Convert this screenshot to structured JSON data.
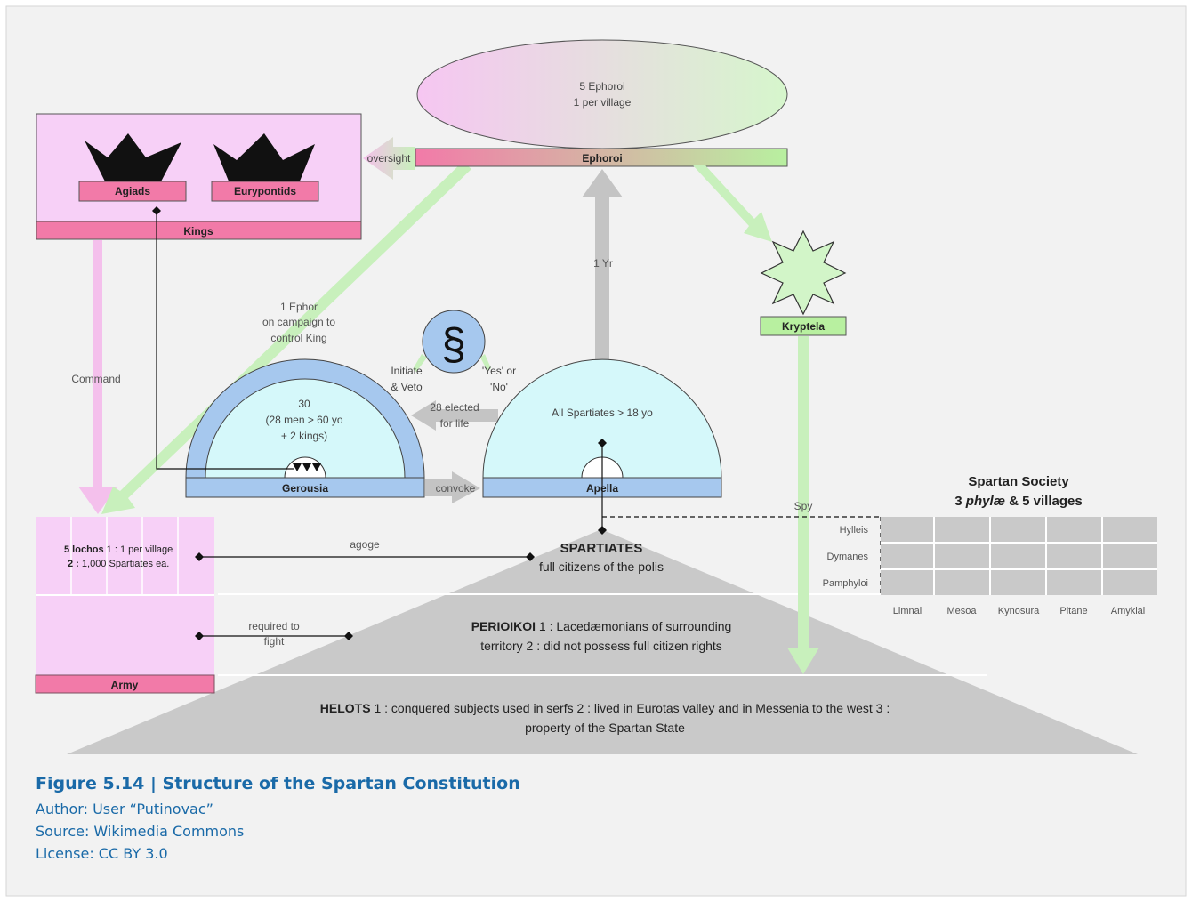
{
  "ephoroi": {
    "ellipse_line1": "5 Ephoroi",
    "ellipse_line2": "1 per village",
    "bar_label": "Ephoroi"
  },
  "kings": {
    "agiads": "Agiads",
    "eurypontids": "Eurypontids",
    "bar_label": "Kings"
  },
  "arrows": {
    "oversight": "oversight",
    "command": "Command",
    "one_year": "1 Yr",
    "one_ephor_l1": "1 Ephor",
    "one_ephor_l2": "on campaign to",
    "one_ephor_l3": "control King",
    "initiate_l1": "Initiate",
    "initiate_l2": "& Veto",
    "yes_no_l1": "'Yes' or",
    "yes_no_l2": "'No'",
    "elected_l1": "28 elected",
    "elected_l2": "for life",
    "convoke": "convoke",
    "spy": "Spy",
    "agoge": "agoge",
    "required_l1": "required to",
    "required_l2": "fight"
  },
  "law_symbol": "§",
  "kryptela": {
    "label": "Kryptela"
  },
  "gerousia": {
    "line1": "30",
    "line2": "(28 men > 60 yo",
    "line3": "+ 2 kings)",
    "bar_label": "Gerousia"
  },
  "apella": {
    "line1": "All Spartiates > 18 yo",
    "bar_label": "Apella"
  },
  "army": {
    "lochos_bold1": "5 lochos",
    "lochos_text1": " 1 : 1 per village",
    "lochos_bold2": "2 :",
    "lochos_text2": " 1,000 Spartiates ea.",
    "bar_label": "Army"
  },
  "spartiates": {
    "title": "SPARTIATES",
    "subtitle": "full citizens of the polis"
  },
  "perioikoi": {
    "bold": "PERIOIKOI",
    "text1": " 1 : Lacedæmonians of surrounding",
    "text2": "territory  2 : did not possess full citizen rights"
  },
  "helots": {
    "bold": "HELOTS",
    "text1": " 1 : conquered subjects used in serfs  2 : lived in Eurotas valley and in Messenia to the west  3 :",
    "text2": "property of the Spartan State"
  },
  "society": {
    "title": "Spartan Society",
    "subtitle_pre": "3 ",
    "subtitle_italic": "phylæ",
    "subtitle_post": " & 5 villages",
    "rows": [
      "Hylleis",
      "Dymanes",
      "Pamphyloi"
    ],
    "cols": [
      "Limnai",
      "Mesoa",
      "Kynosura",
      "Pitane",
      "Amyklai"
    ]
  },
  "caption": {
    "title": "Figure 5.14 | Structure of the Spartan Constitution",
    "author": "Author: User “Putinovac”",
    "source": "Source: Wikimedia Commons",
    "license": "License: CC BY 3.0"
  },
  "colors": {
    "pink_light": "#f7d0f7",
    "pink_bar": "#f27aa8",
    "green_light": "#d2f5c8",
    "green_arrow": "#c8f0bc",
    "blue_ring": "#a6c8ee",
    "cyan_fill": "#d5f8fa",
    "gray_pyramid": "#c9c9c9",
    "caption_blue": "#1a6aa8"
  }
}
